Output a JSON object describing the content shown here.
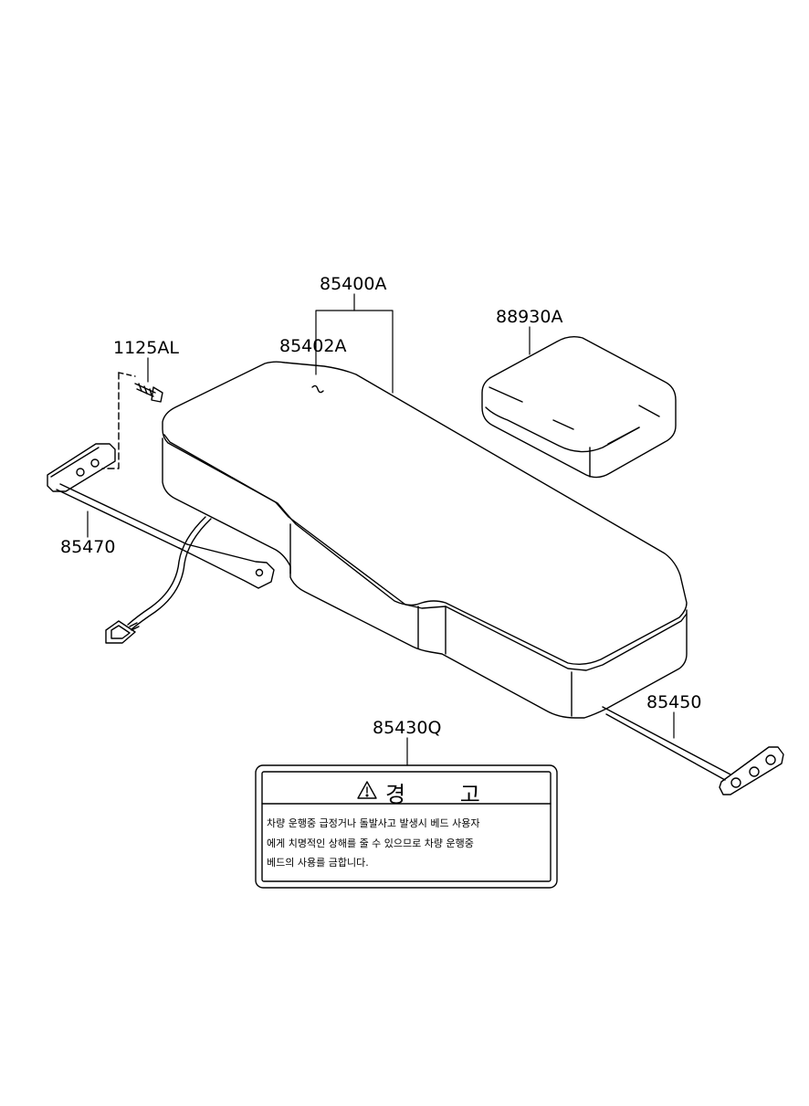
{
  "labels": {
    "p85400A": "85400A",
    "p85402A": "85402A",
    "p88930A": "88930A",
    "p1125AL": "1125AL",
    "p85470": "85470",
    "p85450": "85450",
    "p85430Q": "85430Q"
  },
  "warning_label": {
    "title": "경 고",
    "line1": "차량 운행중 급정거나 돌발사고 발생시 베드 사용자",
    "line2": "에게 치명적인 상해를 줄 수 있으므로 차량 운행중",
    "line3": "베드의 사용를 금합니다."
  },
  "icons": [
    "warning-triangle-icon"
  ]
}
